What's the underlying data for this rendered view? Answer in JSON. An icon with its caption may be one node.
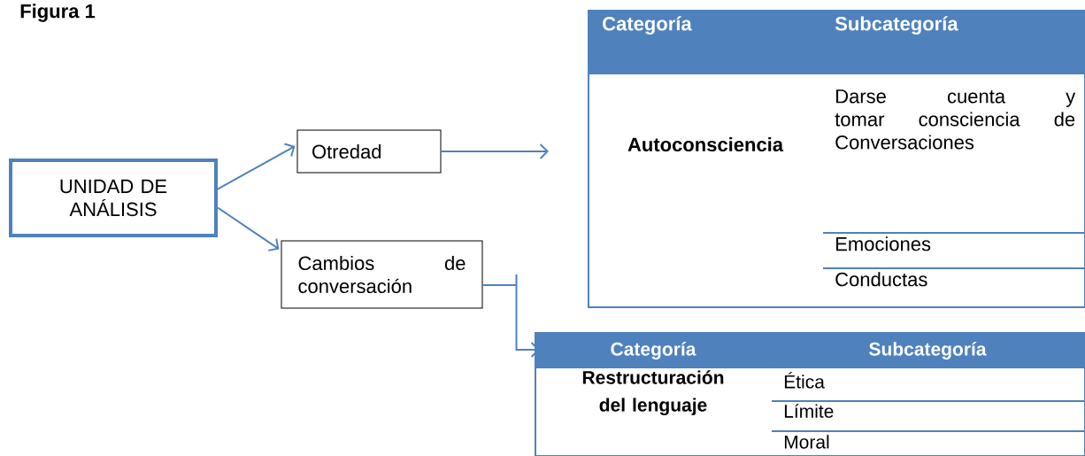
{
  "diagram": {
    "title": "Figura 1",
    "nodes": [
      {
        "text": [
          "UNIDAD DE ANÁLISIS"
        ]
      },
      {
        "text": [
          "Otredad"
        ]
      },
      {
        "text": [
          "Cambios de conversación"
        ]
      },
      {
        "text": [
          "Categoría",
          "Subcategoría",
          "Autoconsciencia",
          "Darse cuenta y tomar consciencia de Conversaciones",
          "Emociones",
          "Conductas"
        ]
      },
      {
        "text": [
          "Categoría",
          "Subcategoría",
          "Restructuración del lenguaje",
          "Ética",
          "Límite",
          "Moral"
        ]
      }
    ],
    "edges": [
      {
        "from": 0,
        "to": 1,
        "arrow": "to"
      },
      {
        "from": 0,
        "to": 2,
        "arrow": "to"
      },
      {
        "from": 1,
        "to": 3,
        "arrow": "to"
      },
      {
        "from": 2,
        "to": 4,
        "arrow": "to"
      }
    ]
  }
}
